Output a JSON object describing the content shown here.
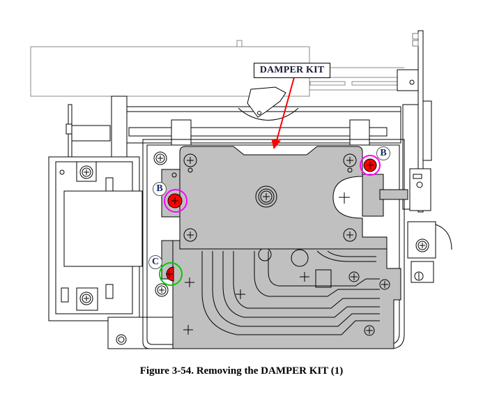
{
  "figure": {
    "caption": "Figure 3-54.  Removing the DAMPER KIT (1)",
    "callout_label": "DAMPER KIT",
    "markers": [
      {
        "id": "B",
        "label": "B",
        "ring_color": "#ff00ff",
        "screw_color": "#ff0000"
      },
      {
        "id": "B",
        "label": "B",
        "ring_color": "#ff00ff",
        "screw_color": "#ff0000"
      },
      {
        "id": "C",
        "label": "C",
        "ring_color": "#00cc00",
        "screw_color": "#ff0000"
      }
    ],
    "colors": {
      "plate_fill": "#c0c0c0",
      "line": "#000000",
      "arrow": "#ff0000",
      "background": "#ffffff"
    }
  }
}
